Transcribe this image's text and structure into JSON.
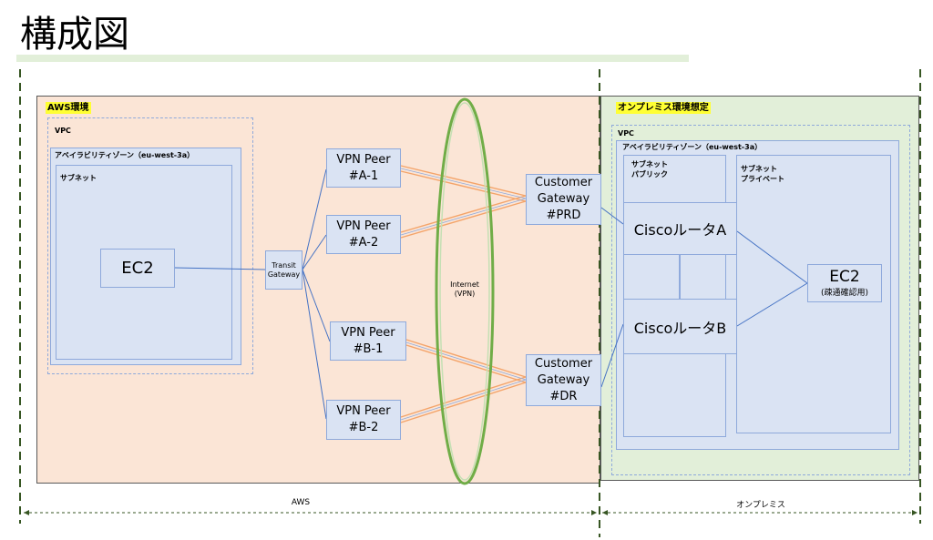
{
  "title": "構成図",
  "aws": {
    "region_label": "AWS環境",
    "vpc_label": "VPC",
    "az_label": "アベイラビリティゾーン（eu-west-3a）",
    "subnet_label": "サブネット",
    "ec2_label": "EC2",
    "tgw_line1": "Transit",
    "tgw_line2": "Gateway",
    "peers": [
      {
        "line1": "VPN Peer",
        "line2": "#A-1"
      },
      {
        "line1": "VPN Peer",
        "line2": "#A-2"
      },
      {
        "line1": "VPN Peer",
        "line2": "#B-1"
      },
      {
        "line1": "VPN Peer",
        "line2": "#B-2"
      }
    ],
    "internet_line1": "Internet",
    "internet_line2": "(VPN)",
    "cgw_prd": {
      "line1": "Customer",
      "line2": "Gateway",
      "line3": "#PRD"
    },
    "cgw_dr": {
      "line1": "Customer",
      "line2": "Gateway",
      "line3": "#DR"
    }
  },
  "onprem": {
    "region_label": "オンプレミス環境想定",
    "vpc_label": "VPC",
    "az_label": "アベイラビリティゾーン（eu-west-3a）",
    "subnet_public_line1": "サブネット",
    "subnet_public_line2": "パブリック",
    "subnet_private_line1": "サブネット",
    "subnet_private_line2": "プライベート",
    "router_a": "CiscoルータA",
    "router_b": "CiscoルータB",
    "ec2_label": "EC2",
    "ec2_sub": "(疎通確認用)"
  },
  "dimensions": {
    "aws": "AWS",
    "onprem": "オンプレミス"
  },
  "colors": {
    "aws_bg": "#fbe5d6",
    "onprem_bg": "#e2efd9",
    "box_fill": "#dae3f3",
    "box_border": "#8ea9db",
    "vpn_line": "#f4a46a",
    "internet_ellipse": "#70ad47",
    "label_highlight": "#ffff33"
  }
}
